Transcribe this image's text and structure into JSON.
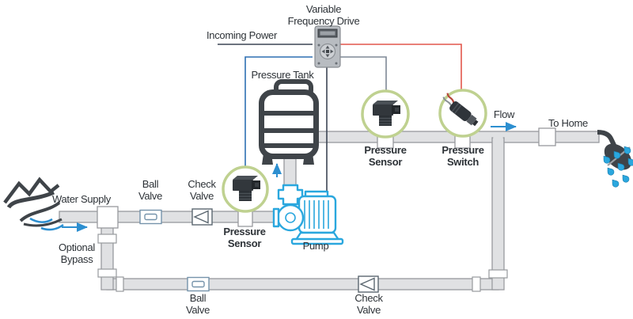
{
  "title": "Variable Frequency Drive pump system diagram",
  "colors": {
    "pipe_fill": "#e0e1e3",
    "pipe_stroke": "#97999d",
    "dark": "#3f4449",
    "blue": "#2aa7de",
    "wire_red": "#e2574b",
    "wire_blue": "#2d6fb2",
    "wire_gray": "#7e8996",
    "wire_dark": "#3c4554",
    "circle_green": "#bfd190",
    "arrow_blue": "#2d8fd0",
    "text": "#2d3237"
  },
  "labels": {
    "vfd": [
      "Variable",
      "Frequency Drive"
    ],
    "incoming_power": "Incoming Power",
    "pressure_tank": "Pressure Tank",
    "water_supply": "Water Supply",
    "optional_bypass": [
      "Optional",
      "Bypass"
    ],
    "ball_valve": [
      "Ball",
      "Valve"
    ],
    "check_valve": [
      "Check",
      "Valve"
    ],
    "pressure_sensor": [
      "Pressure",
      "Sensor"
    ],
    "pressure_switch": [
      "Pressure",
      "Switch"
    ],
    "pump": "Pump",
    "flow": "Flow",
    "to_home": "To Home"
  },
  "icons": {
    "water_source": "mountain-stream-shape",
    "vfd_device": "drive-keypad-shape",
    "pressure_tank": "tank-shape",
    "pump": "centrifugal-pump-shape",
    "pressure_sensor": "sensor-block-shape",
    "pressure_switch": "cable-switch-shape",
    "shower_head": "shower-spray-shape",
    "flow_arrow": "arrow-right",
    "supply_arrow": "arrow-right",
    "pump_flow_arrow": "arrow-up"
  }
}
